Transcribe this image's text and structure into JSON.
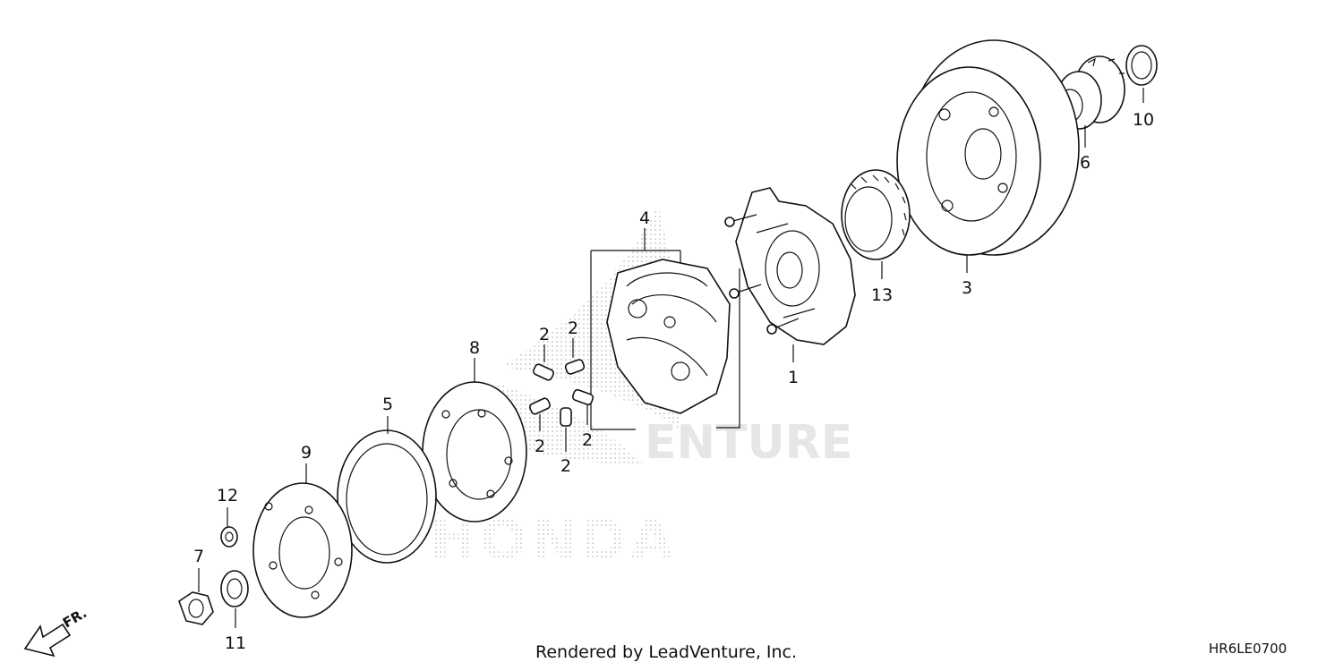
{
  "watermark": {
    "brand": "HONDA",
    "word_fragment": "ENTURE"
  },
  "callouts": [
    "1",
    "2",
    "2",
    "2",
    "2",
    "2",
    "2",
    "3",
    "4",
    "5",
    "6",
    "7",
    "8",
    "9",
    "10",
    "11",
    "12",
    "13"
  ],
  "direction_label": "FR.",
  "footer": {
    "credit": "Rendered by LeadVenture, Inc.",
    "code": "HR6LE0700"
  }
}
